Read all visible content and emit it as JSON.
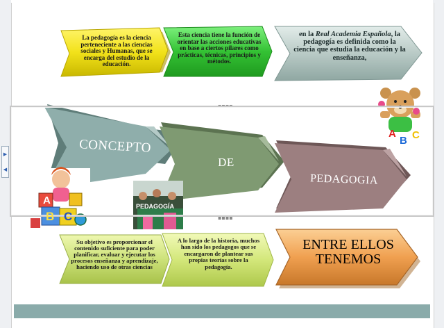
{
  "top_row": [
    {
      "text": "La pedagogía es la ciencia perteneciente a las ciencias sociales y Humanas, que se encarga del estudio de la educación.",
      "color": "#f2e21a"
    },
    {
      "text": "Esta ciencia tiene la función de orientar las acciones educativas en base a ciertos pilares como prácticas, técnicas, principios y métodos.",
      "color": "#3cc83c"
    },
    {
      "text_before": "en la ",
      "text_italic": "Real Academia Española",
      "text_after": ", la pedagogía es definida como la ciencia que estudia la educación y la enseñanza,",
      "color": "#b8c8c4"
    }
  ],
  "middle_row": [
    {
      "label": "CONCEPTO",
      "color": "#8faeab"
    },
    {
      "label": "DE",
      "color": "#7f9a72"
    },
    {
      "label": "PEDAGOGIA",
      "color": "#9c7f80"
    }
  ],
  "bottom_row": [
    {
      "text": "Su objetivo es proporcionar el contenido suficiente para poder planificar, evaluar y ejecutar los procesos enseñanza y aprendizaje, haciendo uso de otras ciencias",
      "color": "#c8dc6e"
    },
    {
      "text": "A lo largo de la historia, muchos han sido los pedagogos que se encargaron de plantear sus propias teorías sobre la pedagogía.",
      "color": "#cfe46e"
    },
    {
      "label": "ENTRE ELLOS TENEMOS",
      "color": "#f0a050"
    }
  ],
  "images": {
    "pedagogia_photo_label": "PEDAGOGÍA",
    "abc_left_letters": [
      "A",
      "B",
      "C"
    ],
    "abc_bear_letters": [
      "A",
      "B",
      "C"
    ]
  },
  "colors": {
    "footer_band": "#8aabaa",
    "selection_border": "#c8c8c8"
  }
}
